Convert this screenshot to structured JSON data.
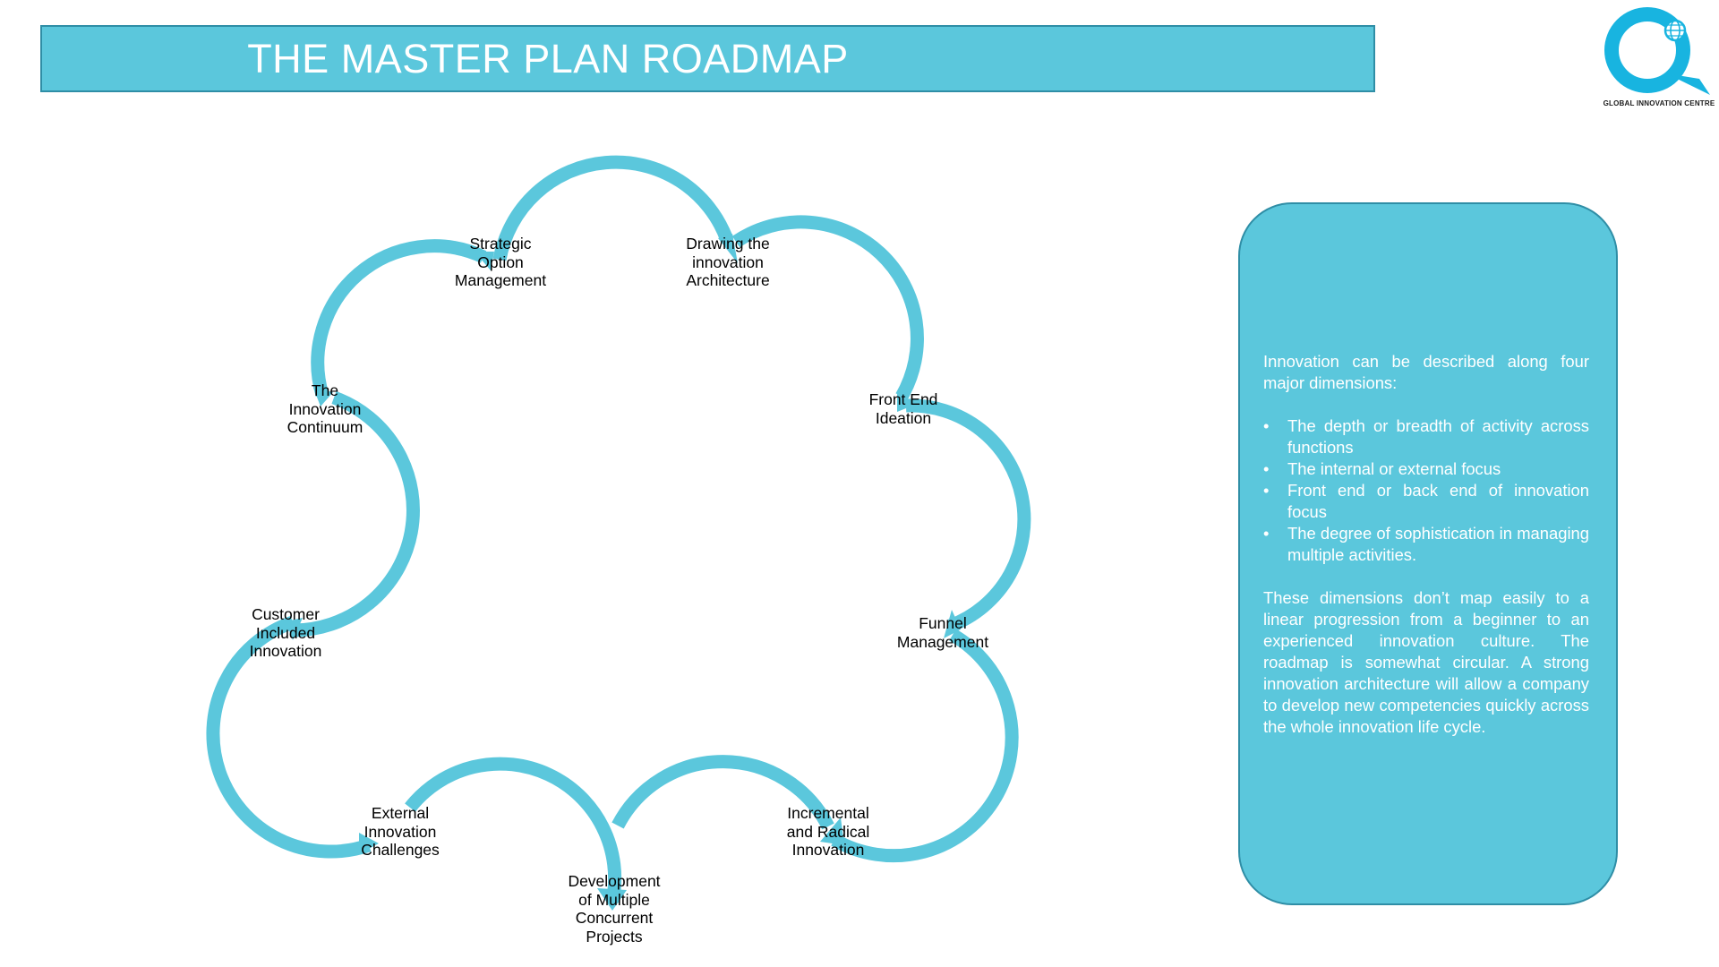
{
  "title": "THE MASTER PLAN ROADMAP",
  "logo": {
    "name": "globe-q-logo",
    "caption": "GLOBAL INNOVATION CENTRE",
    "color": "#18b4e0"
  },
  "colors": {
    "accent": "#5bc7dc",
    "accent_border": "#2f8ea6",
    "text_on_accent": "#ffffff"
  },
  "diagram": {
    "type": "cyclic-cloud-arrows",
    "nodes": [
      {
        "id": "strategic-option-management",
        "label": "Strategic\nOption\nManagement"
      },
      {
        "id": "drawing-innovation-architecture",
        "label": "Drawing the\ninnovation\nArchitecture"
      },
      {
        "id": "front-end-ideation",
        "label": "Front End\nIdeation"
      },
      {
        "id": "funnel-management",
        "label": "Funnel\nManagement"
      },
      {
        "id": "incremental-radical-innovation",
        "label": "Incremental\nand Radical\nInnovation"
      },
      {
        "id": "development-multiple-projects",
        "label": "Development\nof Multiple\nConcurrent\nProjects"
      },
      {
        "id": "external-innovation-challenges",
        "label": "External\nInnovation\nChallenges"
      },
      {
        "id": "customer-included-innovation",
        "label": "Customer\nIncluded\nInnovation"
      },
      {
        "id": "innovation-continuum",
        "label": "The\nInnovation\nContinuum"
      }
    ]
  },
  "info_panel": {
    "intro": "Innovation can be described along four major dimensions:",
    "bullets": [
      "The depth or breadth of activity across functions",
      "The internal or external focus",
      "Front end or back end of innovation focus",
      "The degree of sophistication in managing multiple activities."
    ],
    "bullet_char": "•",
    "conclusion": "These dimensions don’t map easily to a linear progression from a beginner to an experienced innovation culture. The roadmap is somewhat circular. A strong innovation architecture will allow a company to develop new competencies quickly across the whole innovation life cycle."
  }
}
